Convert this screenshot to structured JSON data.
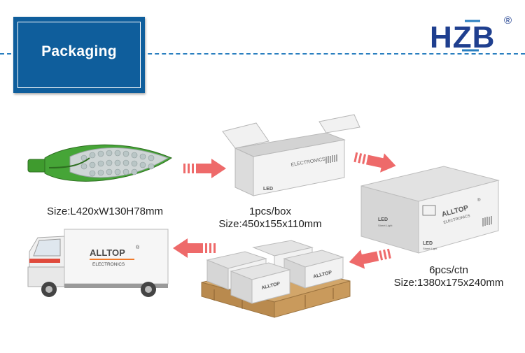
{
  "header": {
    "title": "Packaging"
  },
  "logo": {
    "brand": "HZB",
    "registered": "®"
  },
  "steps": [
    {
      "caption": "Size:L420xW130H78mm"
    },
    {
      "line1": "1pcs/box",
      "line2": "Size:450x155x110mm"
    },
    {
      "line1": "6pcs/ctn",
      "line2": "Size:1380x175x240mm"
    }
  ],
  "box_print": {
    "brand": "ALLTOP",
    "sub": "ELECTRONICS",
    "led": "LED",
    "led_sub": "Street Light",
    "registered": "®"
  },
  "colors": {
    "header_blue": "#0f5e9c",
    "dash_blue": "#2a7fc0",
    "arrow": "#ee6a6a",
    "lamp_green": "#3f9b2e",
    "pallet": "#c79a5d",
    "box_gray": "#e6e6e6"
  }
}
